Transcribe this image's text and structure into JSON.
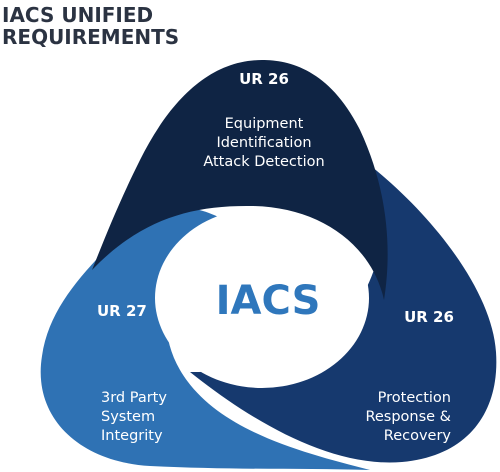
{
  "header": {
    "line1": "IACS UNIFIED",
    "line2": "REQUIREMENTS"
  },
  "center": {
    "label": "IACS"
  },
  "segments": [
    {
      "id": "ur26-top",
      "title": "UR 26",
      "lines": [
        "Equipment",
        "Identification",
        "Attack Detection"
      ],
      "color": "#0f2444"
    },
    {
      "id": "ur26-right",
      "title": "UR 26",
      "lines": [
        "Protection",
        "Response &",
        "Recovery"
      ],
      "color": "#16396e"
    },
    {
      "id": "ur27-left",
      "title": "UR 27",
      "lines": [
        "3rd Party",
        "System",
        "Integrity"
      ],
      "color": "#2f72b4"
    }
  ],
  "colors": {
    "top": "#0f2444",
    "right": "#16396e",
    "left": "#2f72b4",
    "center_text": "#2f77bc",
    "header_text": "#1a2233"
  }
}
